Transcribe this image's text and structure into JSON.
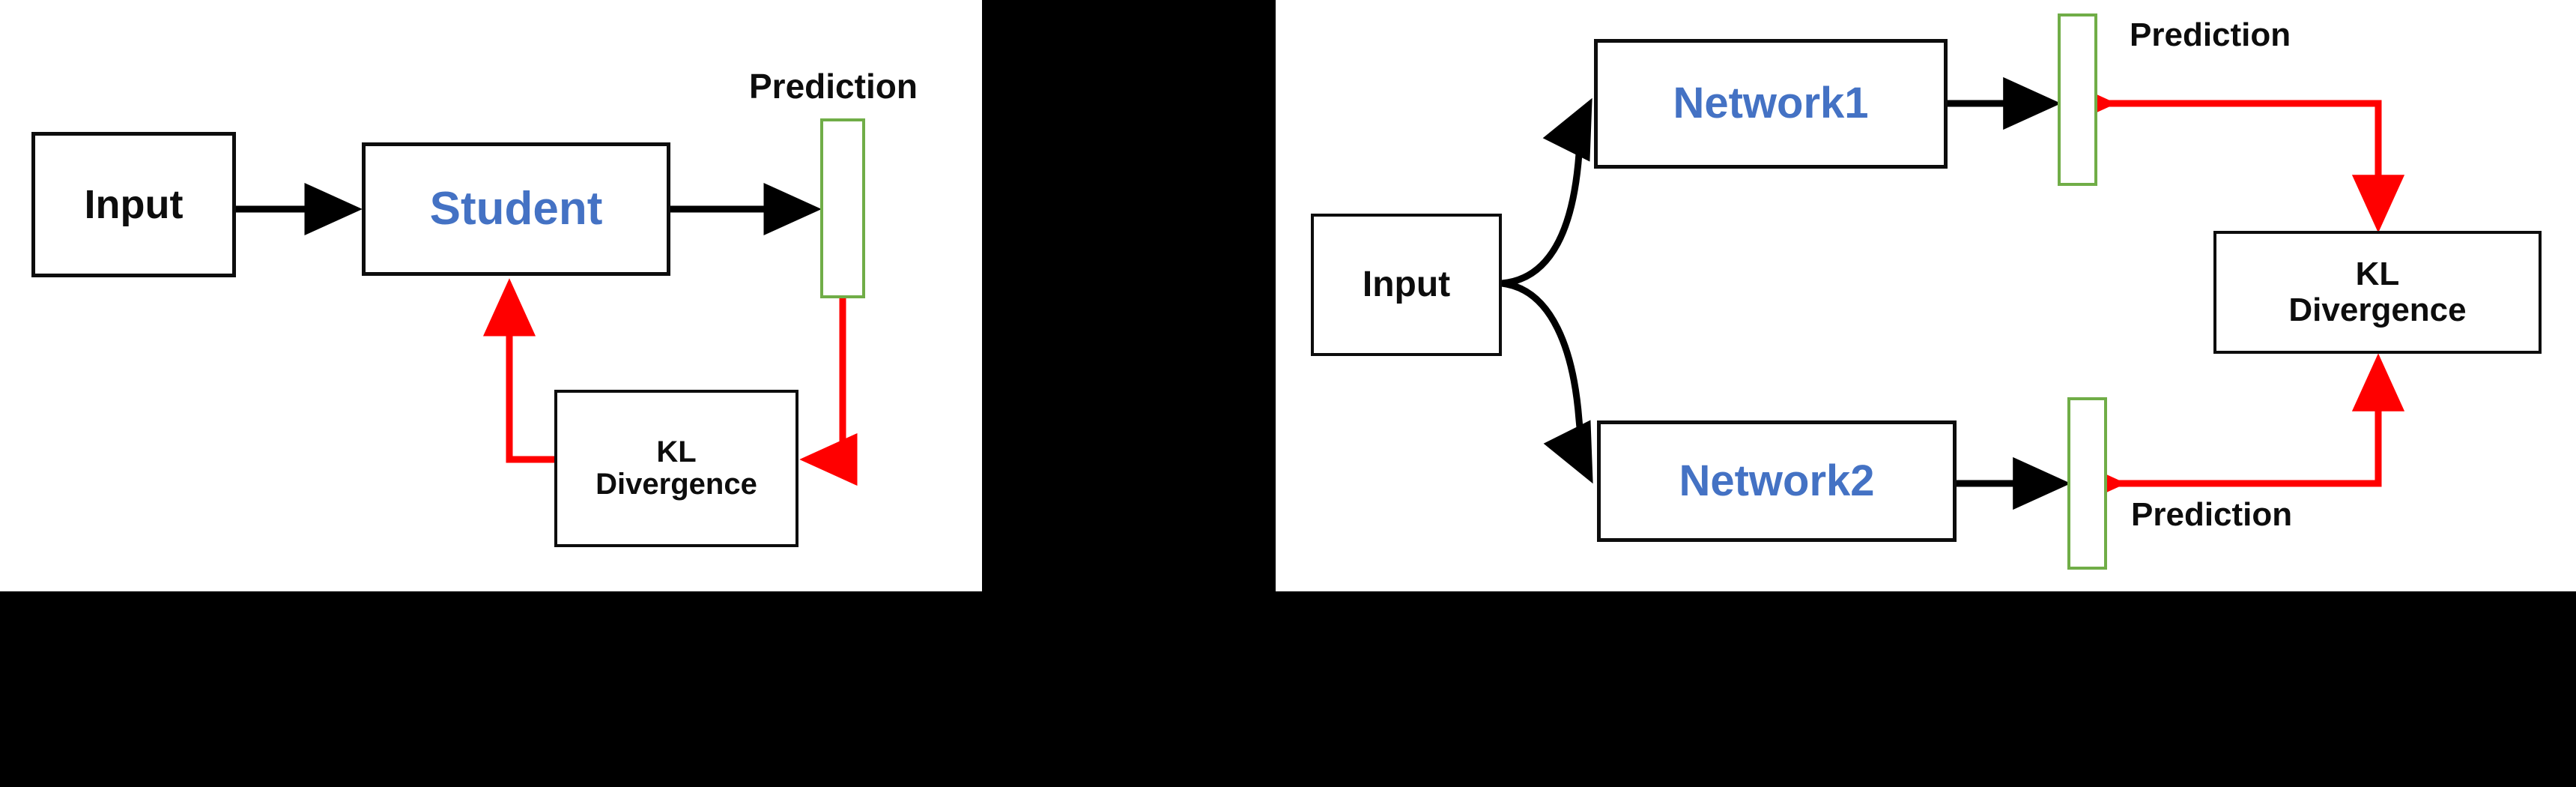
{
  "background_color": "#000000",
  "panel_background": "#ffffff",
  "colors": {
    "node_border": "#0d0d0d",
    "node_label_blue": "#4472c4",
    "node_label_black": "#0d0d0d",
    "prediction_bar_border": "#70ad47",
    "forward_arrow": "#000000",
    "loss_arrow": "#ff0000"
  },
  "left_panel": {
    "input": {
      "label": "Input"
    },
    "student": {
      "label": "Student"
    },
    "kl": {
      "label_line1": "KL",
      "label_line2": "Divergence"
    },
    "prediction": {
      "label": "Prediction"
    }
  },
  "right_panel": {
    "input": {
      "label": "Input"
    },
    "network1": {
      "label": "Network1"
    },
    "network2": {
      "label": "Network2"
    },
    "kl": {
      "label_line1": "KL",
      "label_line2": "Divergence"
    },
    "prediction_top": {
      "label": "Prediction"
    },
    "prediction_bottom": {
      "label": "Prediction"
    }
  }
}
